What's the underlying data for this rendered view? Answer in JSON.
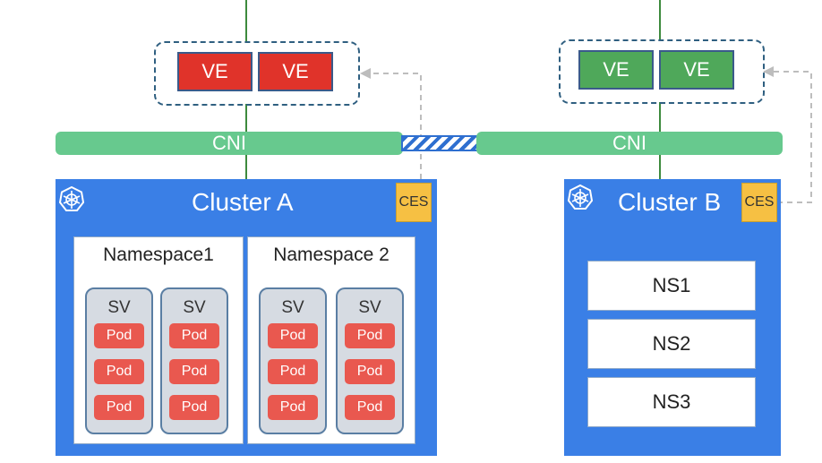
{
  "left": {
    "ve_labels": [
      "VE",
      "VE"
    ],
    "cni_label": "CNI",
    "cluster": {
      "title": "Cluster A",
      "ces_label": "CES",
      "namespaces": [
        {
          "title": "Namespace1",
          "services": [
            {
              "label": "SV",
              "pods": [
                "Pod",
                "Pod",
                "Pod"
              ]
            },
            {
              "label": "SV",
              "pods": [
                "Pod",
                "Pod",
                "Pod"
              ]
            }
          ]
        },
        {
          "title": "Namespace 2",
          "services": [
            {
              "label": "SV",
              "pods": [
                "Pod",
                "Pod",
                "Pod"
              ]
            },
            {
              "label": "SV",
              "pods": [
                "Pod",
                "Pod",
                "Pod"
              ]
            }
          ]
        }
      ]
    }
  },
  "right": {
    "ve_labels": [
      "VE",
      "VE"
    ],
    "cni_label": "CNI",
    "cluster": {
      "title": "Cluster B",
      "ces_label": "CES",
      "namespaces": [
        "NS1",
        "NS2",
        "NS3"
      ]
    }
  },
  "colors": {
    "cluster": "#3a7fe6",
    "cni": "#67c98e",
    "ve_left": "#e0332a",
    "ve_right": "#4fa85a",
    "ces": "#f6c043",
    "pod": "#e9584f"
  }
}
